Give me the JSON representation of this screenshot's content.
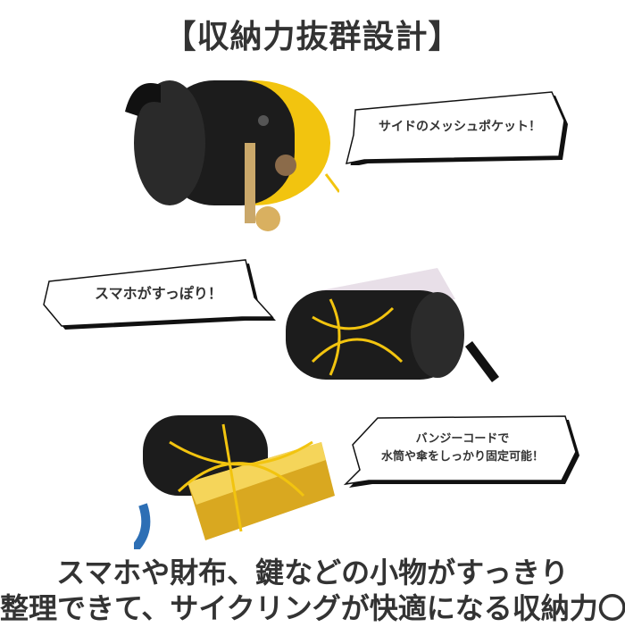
{
  "title": "【収納力抜群設計】",
  "bubbles": [
    {
      "text": "サイドのメッシュポケット！"
    },
    {
      "text": "スマホがすっぽり！"
    },
    {
      "line1": "バンジーコードで",
      "line2": "水筒や傘をしっかり固定可能！"
    }
  ],
  "caption": {
    "line1": "スマホや財布、鍵などの小物がすっきり",
    "line2": "整理できて、サイクリングが快適になる収納力〇"
  },
  "colors": {
    "text": "#333333",
    "bag": "#1a1a1a",
    "accent_yellow": "#f2c40f",
    "gold": "#d9a820"
  }
}
